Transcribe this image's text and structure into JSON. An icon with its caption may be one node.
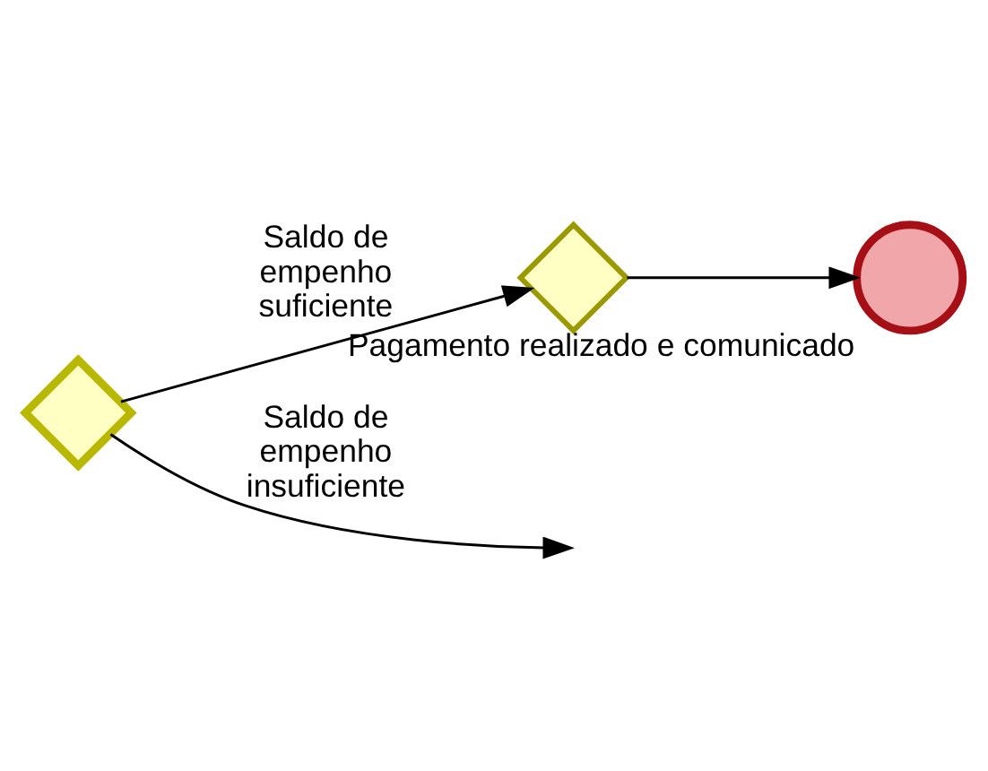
{
  "diagram": {
    "nodes": [
      {
        "text": [],
        "shape": "diamond"
      },
      {
        "text": [],
        "shape": "diamond"
      },
      {
        "text": [],
        "shape": "circle",
        "beside": [
          "Pagamento realizado e comunicado"
        ]
      }
    ],
    "edges": [
      {
        "from": 0,
        "to": 1,
        "arrow": "to",
        "label": "Saldo de empenho suficiente"
      },
      {
        "from": 1,
        "to": 2,
        "arrow": "to"
      },
      {
        "from": 0,
        "to": null,
        "arrow": "to",
        "label": "Saldo de empenho insuficiente"
      }
    ]
  }
}
